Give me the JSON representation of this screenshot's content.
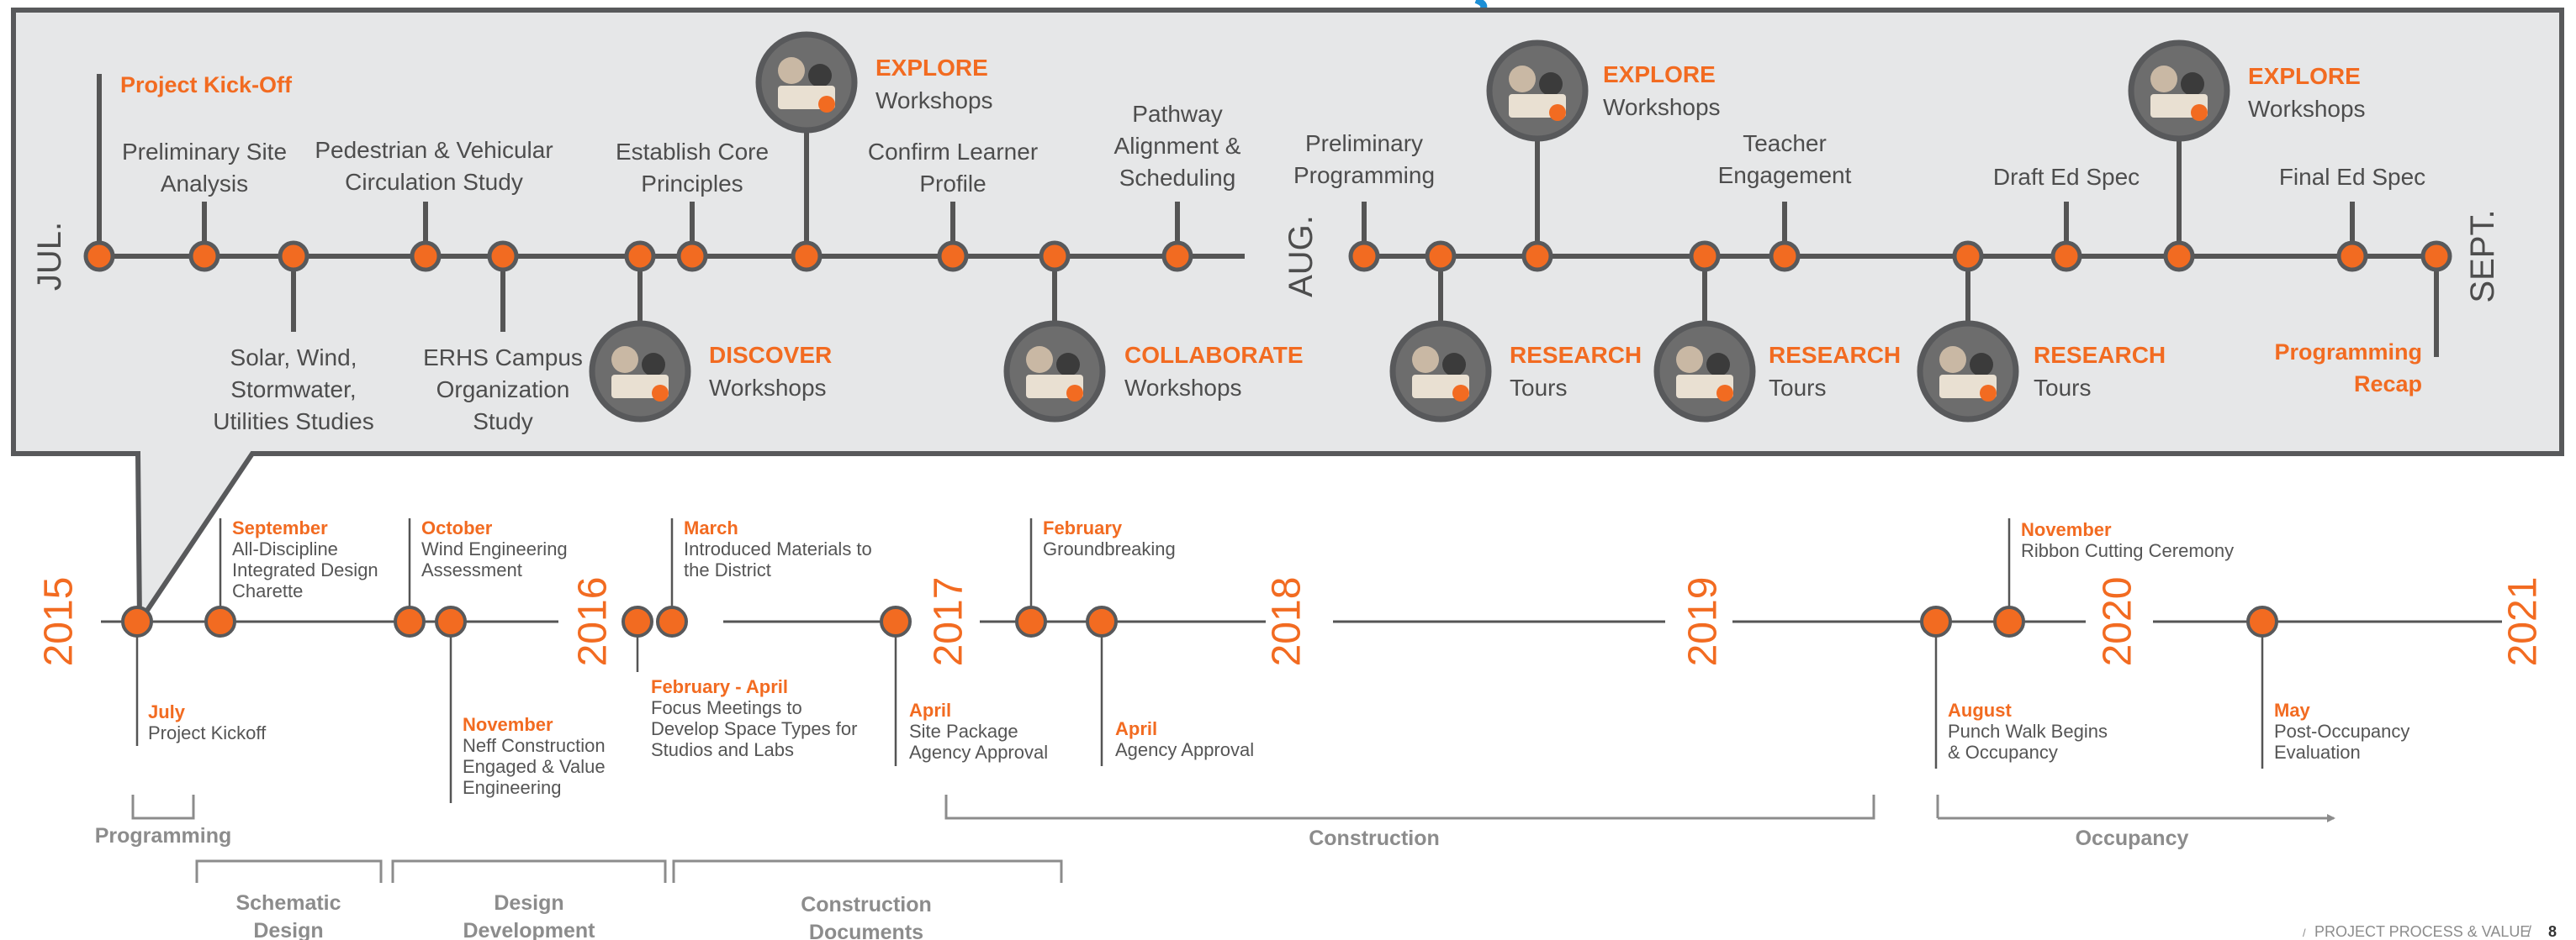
{
  "colors": {
    "accent": "#f26b21",
    "line": "#555555",
    "panel": "#e6e7e8",
    "panel_border": "#58595b",
    "label": "#4d4d4d",
    "muted": "#8c8c8c",
    "blue": "#1d8fd6"
  },
  "detail": {
    "months": [
      "JUL.",
      "AUG.",
      "SEPT."
    ],
    "milestones": [
      {
        "lines": [
          "Project Kick-Off"
        ],
        "accent": true
      },
      {
        "lines": [
          "Preliminary Site",
          "Analysis"
        ]
      },
      {
        "lines": [
          "Solar, Wind,",
          "Stormwater,",
          "Utilities Studies"
        ]
      },
      {
        "lines": [
          "Pedestrian & Vehicular",
          "Circulation Study"
        ]
      },
      {
        "lines": [
          "ERHS Campus",
          "Organization",
          "Study"
        ]
      },
      {
        "lines": [
          "Establish Core",
          "Principles"
        ]
      },
      {
        "lines": [
          "Confirm Learner",
          "Profile"
        ]
      },
      {
        "lines": [
          "Pathway",
          "Alignment &",
          "Scheduling"
        ]
      },
      {
        "lines": [
          "Preliminary",
          "Programming"
        ]
      },
      {
        "lines": [
          "Teacher",
          "Engagement"
        ]
      },
      {
        "lines": [
          "Draft Ed Spec"
        ]
      },
      {
        "lines": [
          "Final Ed Spec"
        ]
      },
      {
        "lines": [
          "Programming",
          "Recap"
        ],
        "accent": true
      }
    ],
    "activities": [
      {
        "title": "DISCOVER",
        "sub": "Workshops",
        "icon": "workshop-photo-icon"
      },
      {
        "title": "EXPLORE",
        "sub": "Workshops",
        "icon": "workshop-photo-icon"
      },
      {
        "title": "COLLABORATE",
        "sub": "Workshops",
        "icon": "classroom-photo-icon"
      },
      {
        "title": "EXPLORE",
        "sub": "Workshops",
        "icon": "workshop-photo-icon"
      },
      {
        "title": "RESEARCH",
        "sub": "Tours",
        "icon": "group-photo-icon"
      },
      {
        "title": "RESEARCH",
        "sub": "Tours",
        "icon": "group-photo-icon"
      },
      {
        "title": "RESEARCH",
        "sub": "Tours",
        "icon": "group-photo-icon"
      },
      {
        "title": "EXPLORE",
        "sub": "Workshops",
        "icon": "workshop-photo-icon"
      }
    ]
  },
  "main": {
    "years": [
      "2015",
      "2016",
      "2017",
      "2018",
      "2019",
      "2020",
      "2021"
    ],
    "events": [
      {
        "month": "July",
        "text": [
          "Project Kickoff"
        ]
      },
      {
        "month": "September",
        "text": [
          "All-Discipline",
          "Integrated Design",
          "Charette"
        ]
      },
      {
        "month": "October",
        "text": [
          "Wind Engineering",
          "Assessment"
        ]
      },
      {
        "month": "November",
        "text": [
          "Neff Construction",
          "Engaged & Value",
          "Engineering"
        ]
      },
      {
        "month": "February - April",
        "text": [
          "Focus Meetings to",
          "Develop Space Types for",
          "Studios and Labs"
        ]
      },
      {
        "month": "March",
        "text": [
          "Introduced Materials to",
          "the District"
        ]
      },
      {
        "month": "April",
        "text": [
          "Site Package",
          "Agency Approval"
        ]
      },
      {
        "month": "February",
        "text": [
          "Groundbreaking"
        ]
      },
      {
        "month": "April",
        "text": [
          "Agency Approval"
        ]
      },
      {
        "month": "August",
        "text": [
          "Punch Walk Begins",
          "& Occupancy"
        ]
      },
      {
        "month": "November",
        "text": [
          "Ribbon Cutting Ceremony"
        ]
      },
      {
        "month": "May",
        "text": [
          "Post-Occupancy",
          "Evaluation"
        ]
      }
    ],
    "phases": [
      {
        "lines": [
          "Programming"
        ]
      },
      {
        "lines": [
          "Schematic",
          "Design"
        ]
      },
      {
        "lines": [
          "Design",
          "Development"
        ]
      },
      {
        "lines": [
          "Construction",
          "Documents"
        ]
      },
      {
        "lines": [
          "Construction"
        ]
      },
      {
        "lines": [
          "Occupancy"
        ]
      }
    ]
  },
  "footer": {
    "text": "PROJECT PROCESS & VALUE",
    "separator": "/",
    "page": "8"
  }
}
